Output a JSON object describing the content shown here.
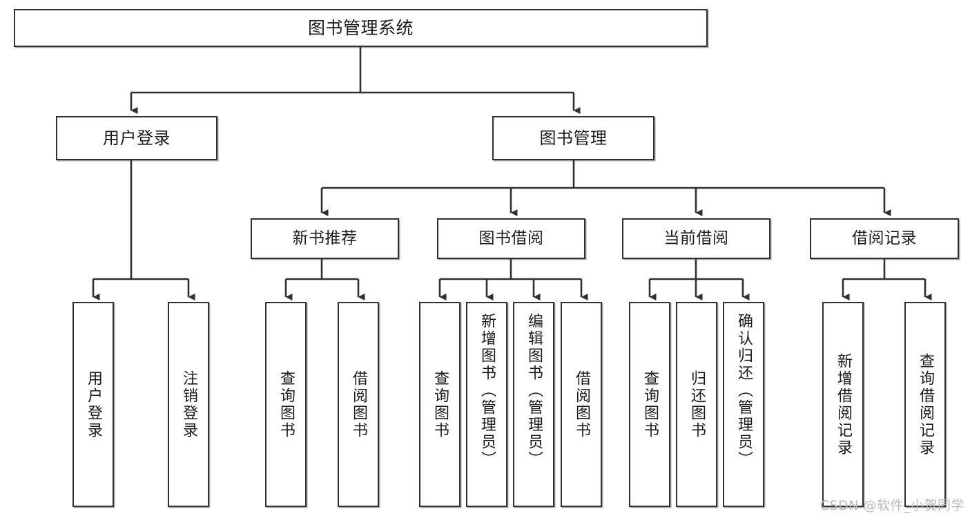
{
  "diagram": {
    "type": "hierarchy-tree",
    "title": "图书管理系统",
    "orientation": "top-down",
    "colors": {
      "box_border": "#303030",
      "box_fill": "#ffffff",
      "connector": "#303030",
      "text": "#1b1b1b",
      "watermark": "#b9b9b9",
      "background": "#ffffff"
    },
    "root": {
      "label": "图书管理系统"
    },
    "level2": [
      {
        "label": "用户登录"
      },
      {
        "label": "图书管理"
      }
    ],
    "level3": [
      {
        "label": "新书推荐"
      },
      {
        "label": "图书借阅"
      },
      {
        "label": "当前借阅"
      },
      {
        "label": "借阅记录"
      }
    ],
    "leaves": {
      "user_login": [
        {
          "label": "用户登录"
        },
        {
          "label": "注销登录"
        }
      ],
      "new_book_recommend": [
        {
          "label": "查询图书"
        },
        {
          "label": "借阅图书"
        }
      ],
      "book_borrow": [
        {
          "label": "查询图书"
        },
        {
          "label": "新增图书（管理员）"
        },
        {
          "label": "编辑图书（管理员）"
        },
        {
          "label": "借阅图书"
        }
      ],
      "current_borrow": [
        {
          "label": "查询图书"
        },
        {
          "label": "归还图书"
        },
        {
          "label": "确认归还（管理员）"
        }
      ],
      "borrow_record": [
        {
          "label": "新增借阅记录"
        },
        {
          "label": "查询借阅记录"
        }
      ]
    }
  },
  "watermark": {
    "text": "CSDN @软件_小贺同学"
  }
}
